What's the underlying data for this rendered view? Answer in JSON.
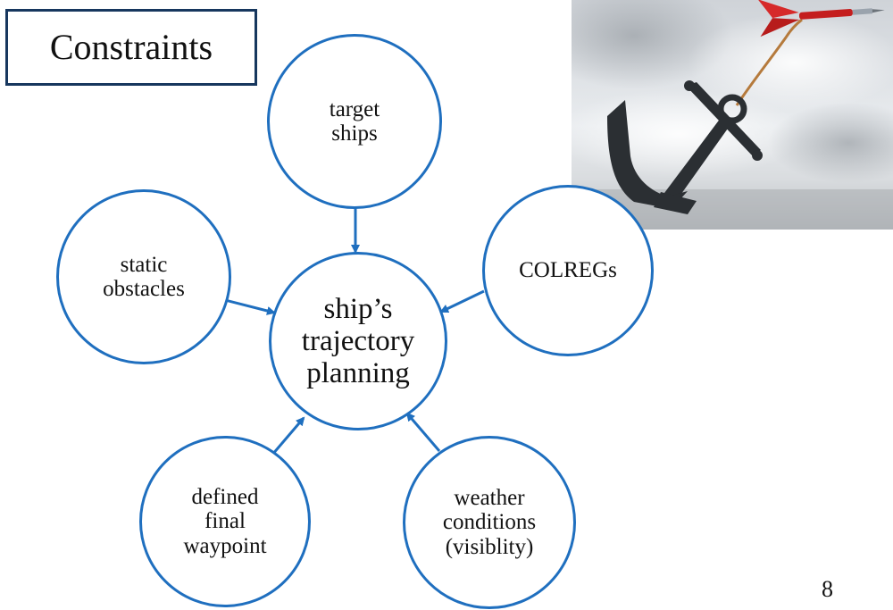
{
  "slide": {
    "title": "Constraints",
    "page_number": "8"
  },
  "diagram": {
    "center": "ship’s\ntrajectory\nplanning",
    "nodes": {
      "target_ships": "target\nships",
      "static_obstacles": "static\nobstacles",
      "colregs": "COLREGs",
      "final_waypoint": "defined\nfinal\nwaypoint",
      "weather": "weather\nconditions\n(visiblity)"
    }
  },
  "colors": {
    "circle": "#1f6fbf",
    "title_border": "#17375e"
  },
  "image": {
    "description_icon": "anchor-dart-photo-icon"
  }
}
